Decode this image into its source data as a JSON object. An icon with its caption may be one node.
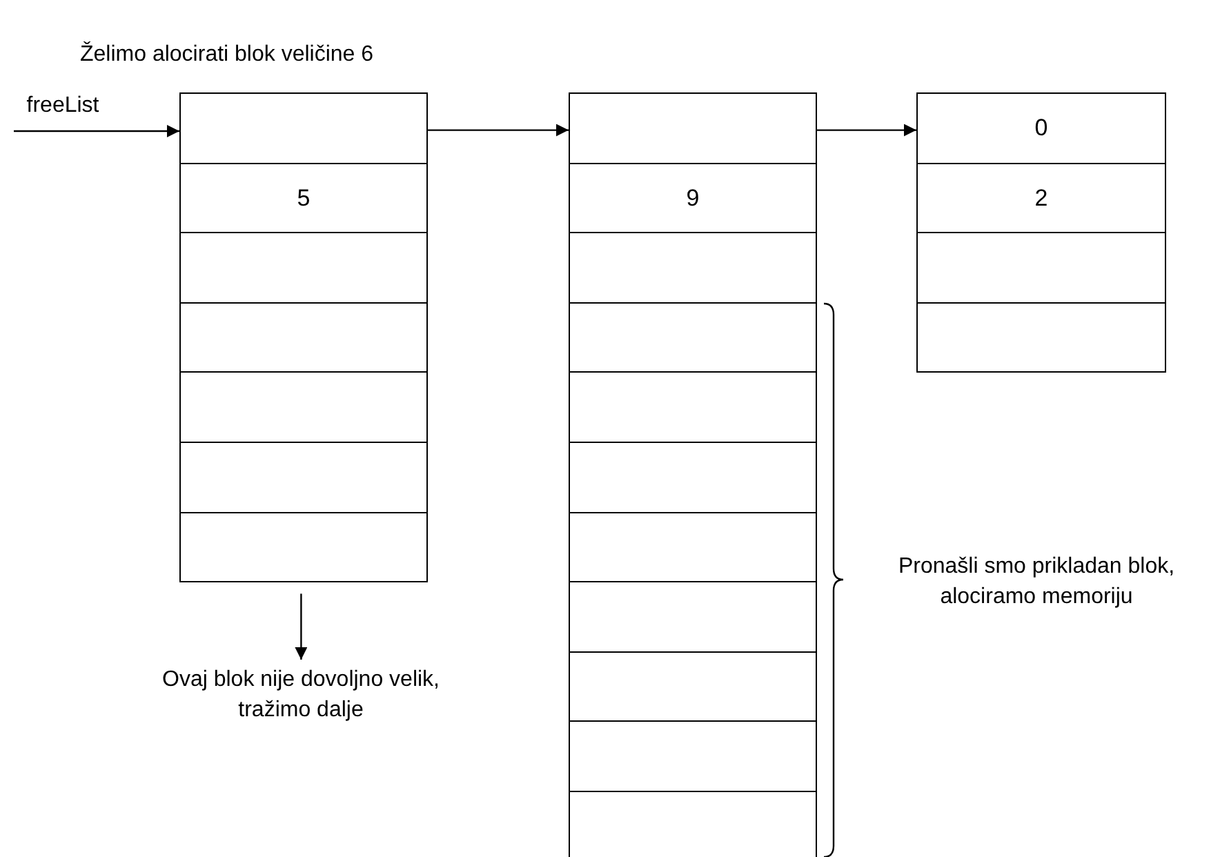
{
  "diagram": {
    "title": "Želimo alocirati blok veličine 6",
    "nodes": [
      {
        "text": [
          "freeList"
        ]
      },
      {
        "text": [],
        "shape": "box"
      },
      {
        "text": [
          "5"
        ]
      },
      {
        "text": [],
        "shape": "box"
      },
      {
        "text": [],
        "shape": "box"
      },
      {
        "text": [],
        "shape": "box"
      },
      {
        "text": [],
        "shape": "box"
      },
      {
        "text": [],
        "shape": "box"
      },
      {
        "text": [],
        "shape": "box"
      },
      {
        "text": [
          "9"
        ]
      },
      {
        "text": [],
        "shape": "box"
      },
      {
        "text": [],
        "shape": "box"
      },
      {
        "text": [],
        "shape": "box"
      },
      {
        "text": [],
        "shape": "box"
      },
      {
        "text": [],
        "shape": "box"
      },
      {
        "text": [],
        "shape": "box"
      },
      {
        "text": [],
        "shape": "box"
      },
      {
        "text": [],
        "shape": "box"
      },
      {
        "text": [],
        "shape": "box"
      },
      {
        "text": [
          "0"
        ]
      },
      {
        "text": [
          "2"
        ]
      },
      {
        "text": [],
        "shape": "box"
      },
      {
        "text": [],
        "shape": "box"
      },
      {
        "text": [
          "Ovaj blok nije dovoljno velik, tražimo dalje"
        ]
      }
    ],
    "edges": [
      {
        "from": 0,
        "to": 1,
        "arrow": "to"
      },
      {
        "from": 1,
        "to": 8,
        "arrow": "to"
      },
      {
        "from": 8,
        "to": 19,
        "arrow": "to"
      },
      {
        "from": 7,
        "to": 23,
        "arrow": "to"
      }
    ],
    "labels": [
      "Pronašli smo prikladan blok, alociramo memoriju"
    ]
  }
}
